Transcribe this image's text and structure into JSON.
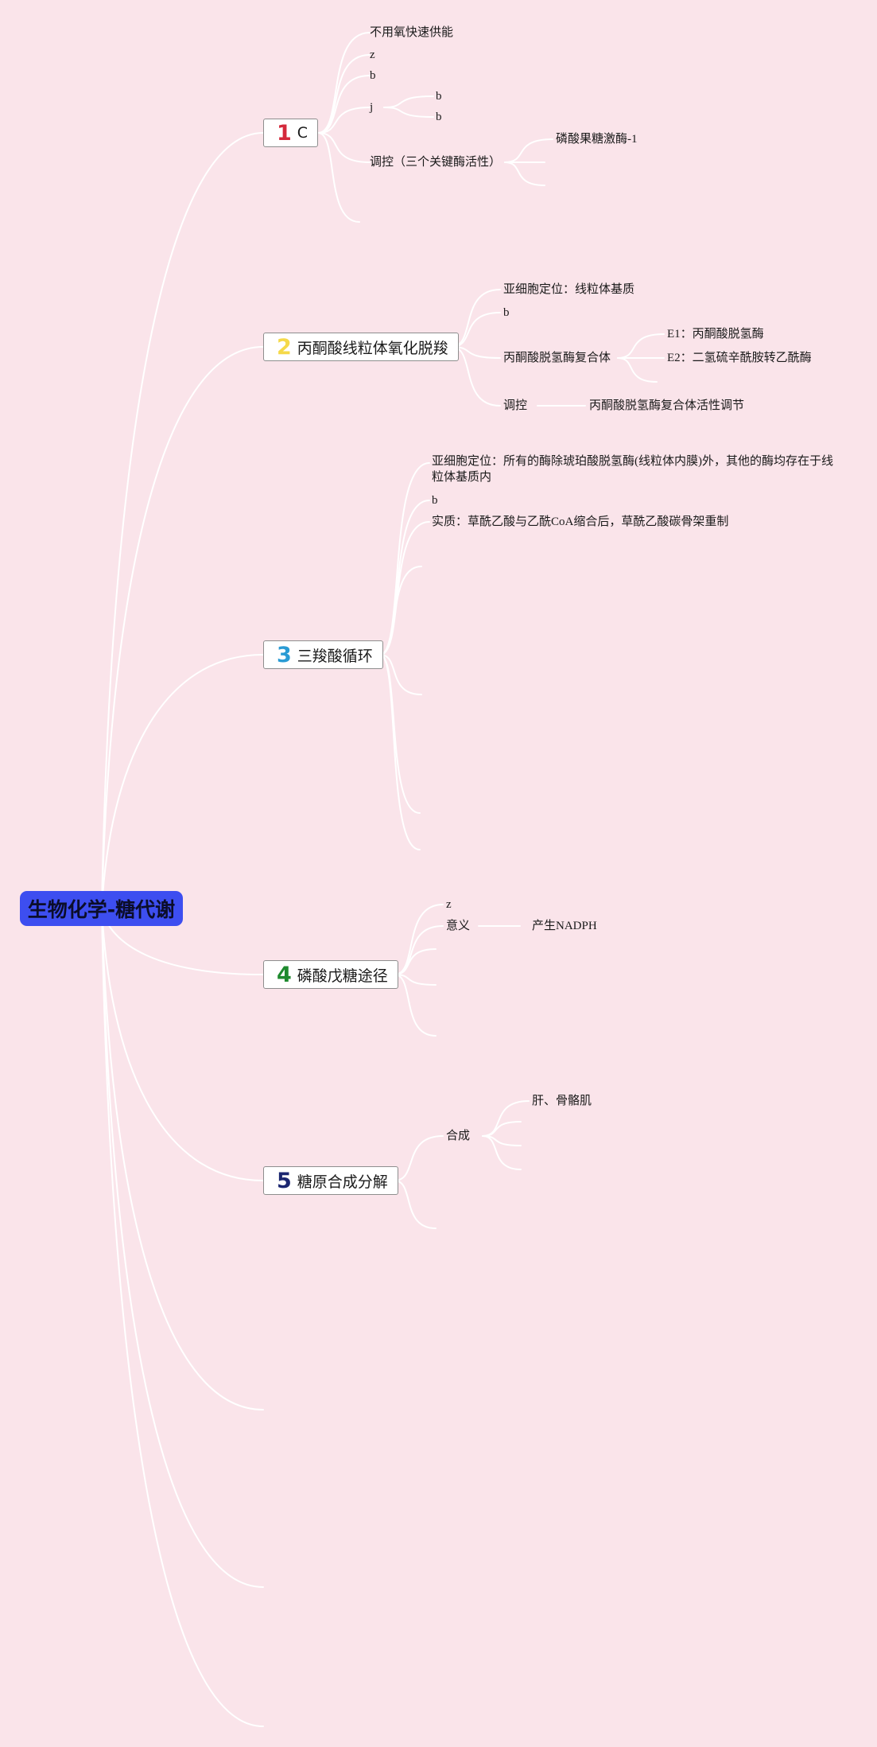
{
  "root": {
    "label": "生物化学-糖代谢"
  },
  "colors": {
    "background": "#fae4ea",
    "root_fill": "#3d4ef0",
    "link": "#ffffff",
    "num_1": "#d42a3c",
    "num_2": "#f5d949",
    "num_3": "#2a9bd4",
    "num_4": "#1e8a2e",
    "num_5": "#1b2670"
  },
  "branches": [
    {
      "num": "1",
      "label": "C"
    },
    {
      "num": "2",
      "label": "丙酮酸线粒体氧化脱羧"
    },
    {
      "num": "3",
      "label": "三羧酸循环"
    },
    {
      "num": "4",
      "label": "磷酸戊糖途径"
    },
    {
      "num": "5",
      "label": "糖原合成分解"
    }
  ],
  "nodes": {
    "b1_no_oxygen": "不用氧快速供能",
    "b1_z": "z",
    "b1_b": "b",
    "b1_j": "j",
    "b1_j_b1": "b",
    "b1_j_b2": "b",
    "b1_regulation": "调控（三个关键酶活性）",
    "b1_pfk": "磷酸果糖激酶-1",
    "b2_location": "亚细胞定位：线粒体基质",
    "b2_b": "b",
    "b2_complex": "丙酮酸脱氢酶复合体",
    "b2_e1": "E1：丙酮酸脱氢酶",
    "b2_e2": "E2：二氢硫辛酰胺转乙酰酶",
    "b2_regulation": "调控",
    "b2_reg_detail": "丙酮酸脱氢酶复合体活性调节",
    "b3_location": "亚细胞定位：所有的酶除琥珀酸脱氢酶(线粒体内膜)外，其他的酶均存在于线粒体基质内",
    "b3_b": "b",
    "b3_essence": "实质：草酰乙酸与乙酰CoA缩合后，草酰乙酸碳骨架重制",
    "b4_z": "z",
    "b4_meaning": "意义",
    "b4_nadph": "产生NADPH",
    "b5_synthesis": "合成",
    "b5_liver": "肝、骨骼肌"
  }
}
